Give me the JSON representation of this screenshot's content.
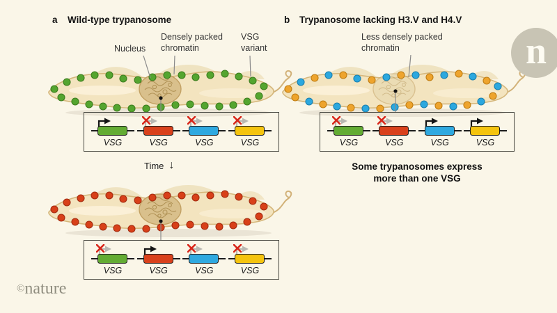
{
  "background_color": "#faf6e8",
  "panel_a": {
    "label": "a",
    "title": "Wild-type trypanosome",
    "annotation_nucleus": "Nucleus",
    "annotation_chromatin": "Densely packed\nchromatin",
    "annotation_vsg": "VSG\nvariant",
    "time_label": "Time",
    "time_arrow_glyph": "↓"
  },
  "panel_b": {
    "label": "b",
    "title": "Trypanosome lacking H3.V and H4.V",
    "annotation_chromatin": "Less densely packed\nchromatin",
    "caption": "Some trypanosomes express\nmore than one VSG"
  },
  "cells": {
    "a_top": {
      "dot_colors": [
        "green"
      ],
      "faint_nucleus": false
    },
    "a_bottom": {
      "dot_colors": [
        "red"
      ],
      "faint_nucleus": false
    },
    "b": {
      "dot_colors": [
        "orange",
        "blue"
      ],
      "faint_nucleus": true
    }
  },
  "dot_palette": {
    "green": {
      "fill": "#54a52f",
      "stroke": "#3c7d1e"
    },
    "red": {
      "fill": "#d84019",
      "stroke": "#a32b10"
    },
    "blue": {
      "fill": "#2ca8df",
      "stroke": "#1a7fae"
    },
    "orange": {
      "fill": "#eea42d",
      "stroke": "#c07d12"
    }
  },
  "gene_palette": {
    "green": "#63ac33",
    "red": "#d9411c",
    "blue": "#2fa9e0",
    "yellow": "#f5c40e"
  },
  "gene_boxes": {
    "a_top": {
      "gene_label": "VSG",
      "genes": [
        {
          "color": "green",
          "active": true
        },
        {
          "color": "red",
          "active": false
        },
        {
          "color": "blue",
          "active": false
        },
        {
          "color": "yellow",
          "active": false
        }
      ]
    },
    "a_bottom": {
      "gene_label": "VSG",
      "genes": [
        {
          "color": "green",
          "active": false
        },
        {
          "color": "red",
          "active": true
        },
        {
          "color": "blue",
          "active": false
        },
        {
          "color": "yellow",
          "active": false
        }
      ]
    },
    "b": {
      "gene_label": "VSG",
      "genes": [
        {
          "color": "green",
          "active": false
        },
        {
          "color": "red",
          "active": false
        },
        {
          "color": "blue",
          "active": true
        },
        {
          "color": "yellow",
          "active": true
        }
      ]
    }
  },
  "branding": {
    "logo_letter": "n",
    "watermark_symbol": "©",
    "watermark_text": "nature"
  }
}
